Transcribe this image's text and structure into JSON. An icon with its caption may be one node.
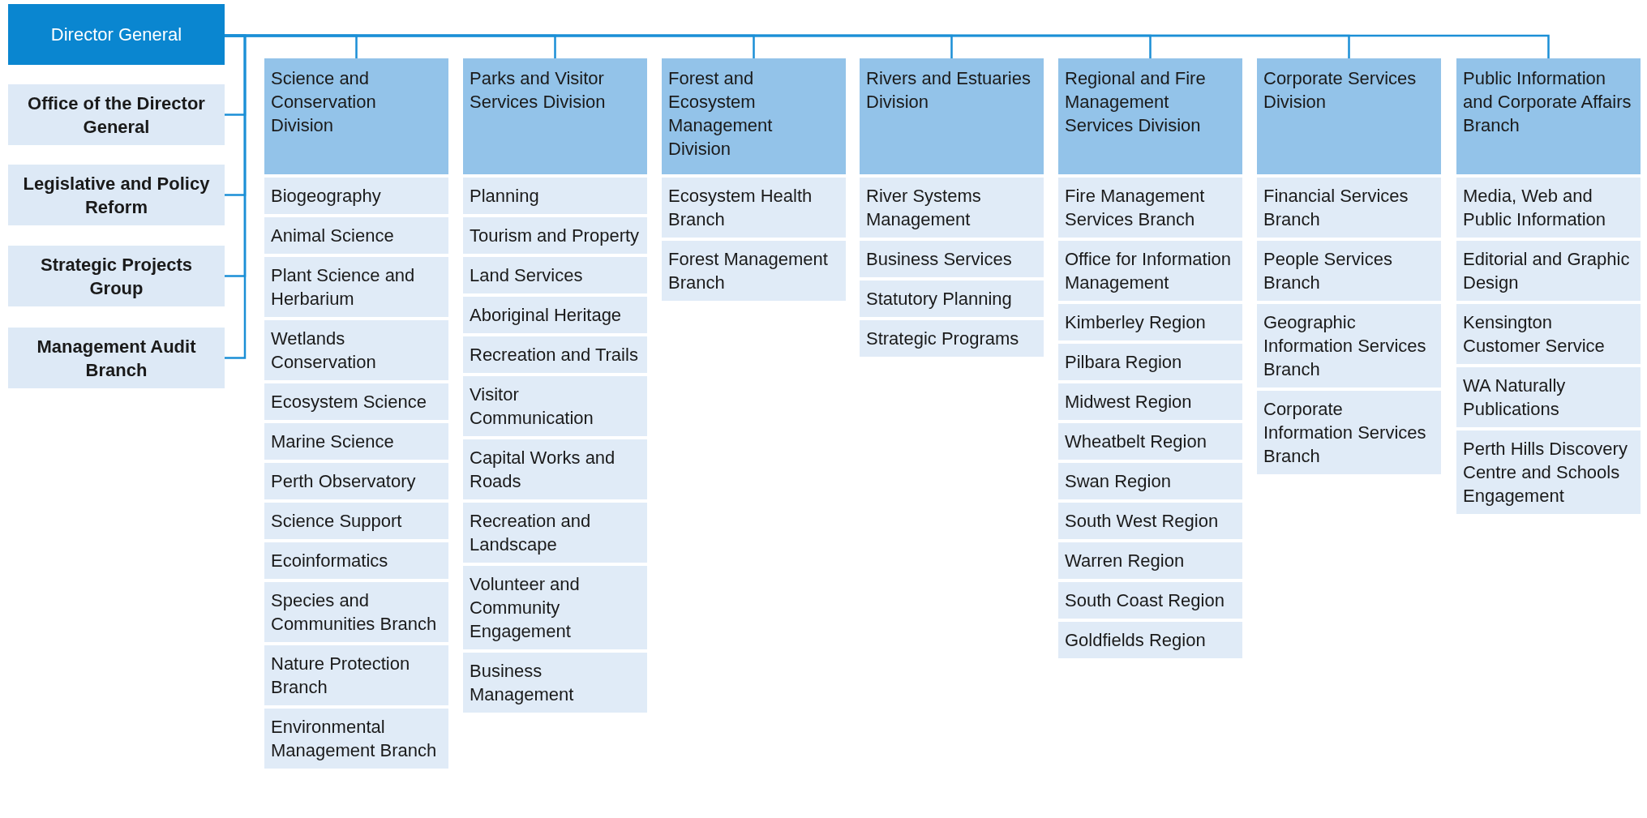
{
  "diagram": {
    "nodes": [
      {
        "text": [
          "Director General"
        ]
      },
      {
        "text": [
          "Office of the Director General"
        ]
      },
      {
        "text": [
          "Legislative and Policy Reform"
        ]
      },
      {
        "text": [
          "Strategic Projects Group"
        ]
      },
      {
        "text": [
          "Management Audit Branch"
        ]
      },
      {
        "text": [
          "Science and Conservation Division"
        ]
      },
      {
        "text": [
          "Biogeography"
        ]
      },
      {
        "text": [
          "Animal Science"
        ]
      },
      {
        "text": [
          "Plant Science and Herbarium"
        ]
      },
      {
        "text": [
          "Wetlands Conservation"
        ]
      },
      {
        "text": [
          "Ecosystem Science"
        ]
      },
      {
        "text": [
          "Marine Science"
        ]
      },
      {
        "text": [
          "Perth Observatory"
        ]
      },
      {
        "text": [
          "Science Support"
        ]
      },
      {
        "text": [
          "Ecoinformatics"
        ]
      },
      {
        "text": [
          "Species and Communities Branch"
        ]
      },
      {
        "text": [
          "Nature Protection Branch"
        ]
      },
      {
        "text": [
          "Environmental Management Branch"
        ]
      },
      {
        "text": [
          "Parks and Visitor Services Division"
        ]
      },
      {
        "text": [
          "Planning"
        ]
      },
      {
        "text": [
          "Tourism and Property"
        ]
      },
      {
        "text": [
          "Land Services"
        ]
      },
      {
        "text": [
          "Aboriginal Heritage"
        ]
      },
      {
        "text": [
          "Recreation and Trails"
        ]
      },
      {
        "text": [
          "Visitor Communication"
        ]
      },
      {
        "text": [
          "Capital Works and Roads"
        ]
      },
      {
        "text": [
          "Recreation and Landscape"
        ]
      },
      {
        "text": [
          "Volunteer and Community Engagement"
        ]
      },
      {
        "text": [
          "Business Management"
        ]
      },
      {
        "text": [
          "Forest and Ecosystem Management Division"
        ]
      },
      {
        "text": [
          "Ecosystem Health Branch"
        ]
      },
      {
        "text": [
          "Forest Management Branch"
        ]
      },
      {
        "text": [
          "Rivers and Estuaries Division"
        ]
      },
      {
        "text": [
          "River Systems Management"
        ]
      },
      {
        "text": [
          "Business Services"
        ]
      },
      {
        "text": [
          "Statutory Planning"
        ]
      },
      {
        "text": [
          "Strategic Programs"
        ]
      },
      {
        "text": [
          "Regional and Fire Management Services Division"
        ]
      },
      {
        "text": [
          "Fire Management Services Branch"
        ]
      },
      {
        "text": [
          "Office for Information Management"
        ]
      },
      {
        "text": [
          "Kimberley Region"
        ]
      },
      {
        "text": [
          "Pilbara Region"
        ]
      },
      {
        "text": [
          "Midwest Region"
        ]
      },
      {
        "text": [
          "Wheatbelt Region"
        ]
      },
      {
        "text": [
          "Swan Region"
        ]
      },
      {
        "text": [
          "South West Region"
        ]
      },
      {
        "text": [
          "Warren Region"
        ]
      },
      {
        "text": [
          "South Coast Region"
        ]
      },
      {
        "text": [
          "Goldfields Region"
        ]
      },
      {
        "text": [
          "Corporate Services Division"
        ]
      },
      {
        "text": [
          "Financial Services Branch"
        ]
      },
      {
        "text": [
          "People Services Branch"
        ]
      },
      {
        "text": [
          "Geographic Information Services Branch"
        ]
      },
      {
        "text": [
          "Corporate Information Services Branch"
        ]
      },
      {
        "text": [
          "Public Information and Corporate Affairs Branch"
        ]
      },
      {
        "text": [
          "Media, Web and Public Information"
        ]
      },
      {
        "text": [
          "Editorial and Graphic Design"
        ]
      },
      {
        "text": [
          "Kensington Customer Service"
        ]
      },
      {
        "text": [
          "WA Naturally Publications"
        ]
      },
      {
        "text": [
          "Perth Hills Discovery Centre and Schools Engagement"
        ]
      }
    ],
    "edges": [
      {
        "from": 0,
        "to": 1,
        "arrow": "none"
      },
      {
        "from": 0,
        "to": 2,
        "arrow": "none"
      },
      {
        "from": 0,
        "to": 3,
        "arrow": "none"
      },
      {
        "from": 0,
        "to": 4,
        "arrow": "none"
      },
      {
        "from": 0,
        "to": 5,
        "arrow": "none"
      },
      {
        "from": 0,
        "to": 18,
        "arrow": "none"
      },
      {
        "from": 0,
        "to": 29,
        "arrow": "none"
      },
      {
        "from": 0,
        "to": 32,
        "arrow": "none"
      },
      {
        "from": 0,
        "to": 37,
        "arrow": "none"
      },
      {
        "from": 0,
        "to": 49,
        "arrow": "none"
      },
      {
        "from": 0,
        "to": 54,
        "arrow": "none"
      }
    ]
  }
}
